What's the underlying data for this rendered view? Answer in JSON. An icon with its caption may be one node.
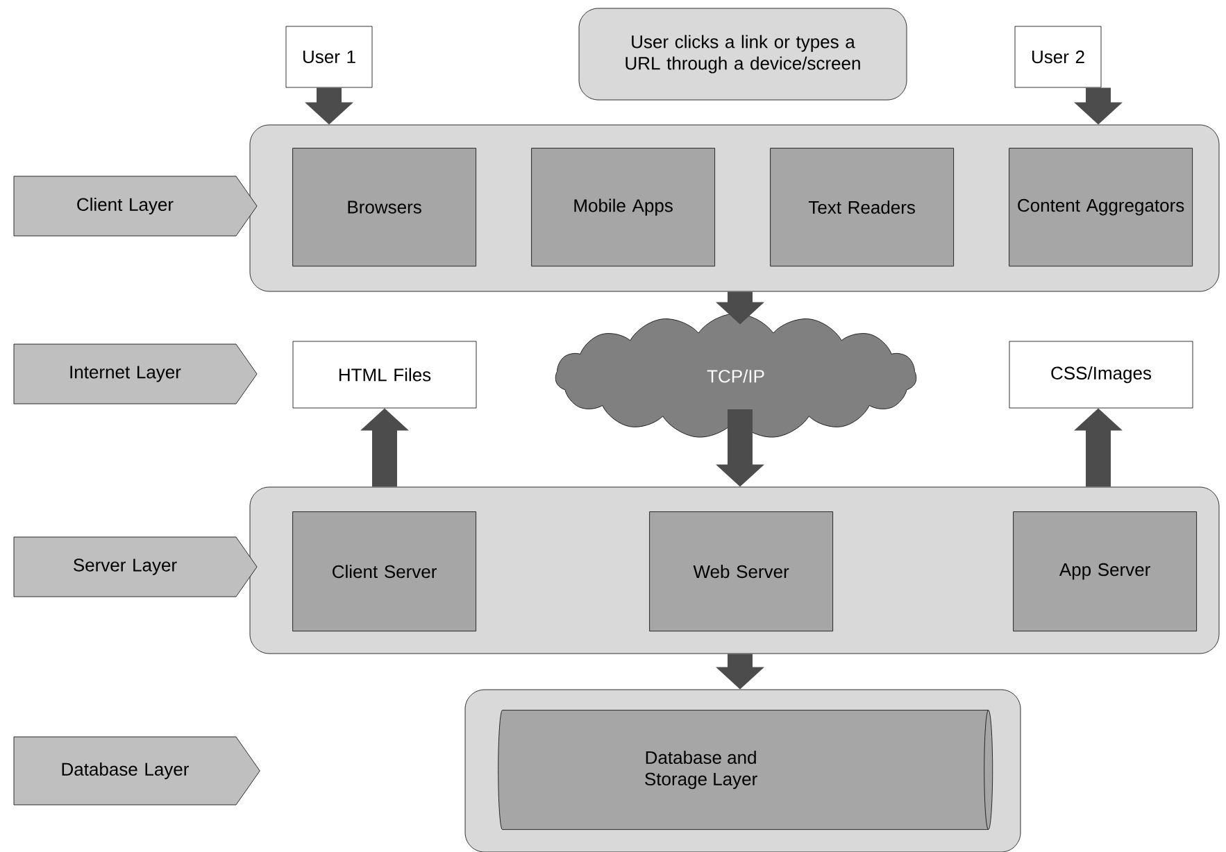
{
  "diagram": {
    "nodes": [
      {
        "text": [
          "User 1"
        ]
      },
      {
        "text": [
          "User clicks a link or types a URL through a device/screen"
        ]
      },
      {
        "text": [
          "User 2"
        ]
      },
      {
        "text": [],
        "shape": "box"
      },
      {
        "text": [
          "Browsers"
        ],
        "in": 3
      },
      {
        "text": [
          "Mobile Apps"
        ],
        "in": 3
      },
      {
        "text": [
          "Text Readers"
        ],
        "in": 3
      },
      {
        "text": [
          "Content Aggregators"
        ],
        "in": 3
      },
      {
        "text": [
          "Client Layer"
        ]
      },
      {
        "text": [
          "Internet Layer"
        ]
      },
      {
        "text": [
          "HTML Files"
        ]
      },
      {
        "text": [
          "TCP/IP"
        ]
      },
      {
        "text": [
          "CSS/Images"
        ]
      },
      {
        "text": [],
        "shape": "box"
      },
      {
        "text": [
          "Client Server"
        ],
        "in": 13
      },
      {
        "text": [
          "Web Server"
        ],
        "in": 13
      },
      {
        "text": [
          "App Server"
        ],
        "in": 13
      },
      {
        "text": [
          "Server Layer"
        ]
      },
      {
        "text": [],
        "shape": "box"
      },
      {
        "text": [
          "Database and Storage Layer"
        ],
        "in": 18
      },
      {
        "text": [
          "Database Layer"
        ]
      }
    ],
    "edges": [
      {
        "from": 0,
        "to": 3,
        "arrow": "to"
      },
      {
        "from": 2,
        "to": 3,
        "arrow": "to"
      },
      {
        "from": 3,
        "to": 11,
        "arrow": "to"
      },
      {
        "from": 11,
        "to": 13,
        "arrow": "to"
      },
      {
        "from": 13,
        "to": 10,
        "arrow": "to"
      },
      {
        "from": 13,
        "to": 12,
        "arrow": "to"
      },
      {
        "from": 13,
        "to": 18,
        "arrow": "to"
      }
    ]
  }
}
